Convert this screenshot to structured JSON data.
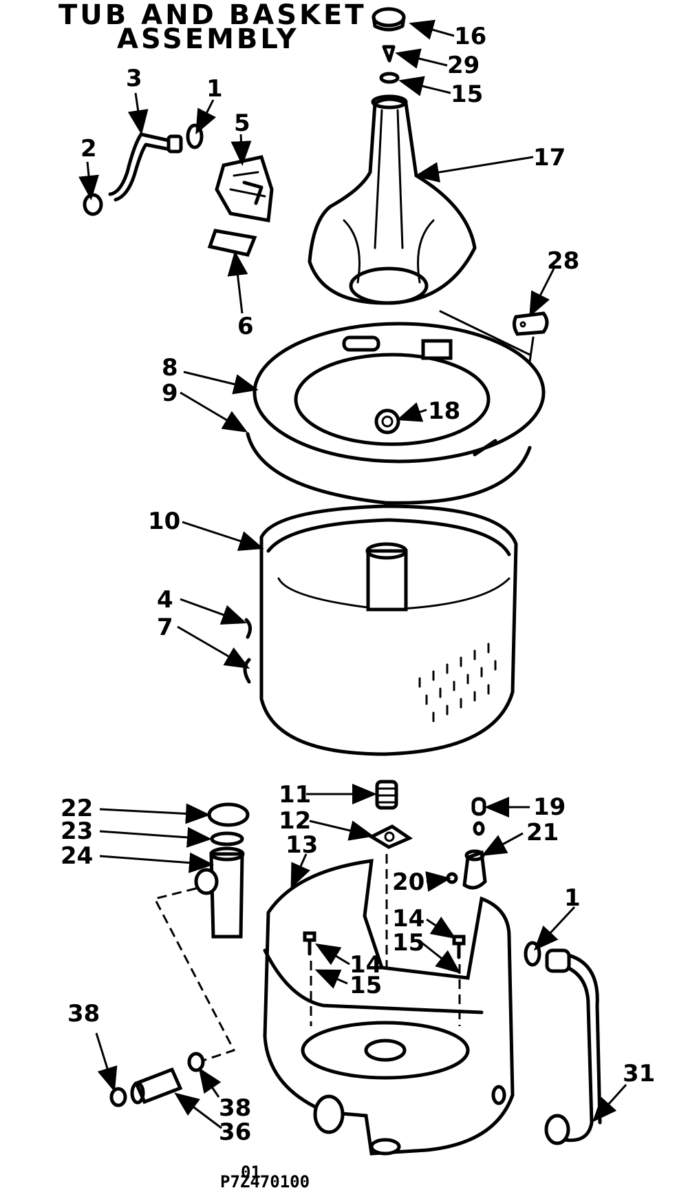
{
  "title": {
    "line1": "TUB AND BASKET",
    "line2": "ASSEMBLY"
  },
  "callouts": {
    "c1a": "1",
    "c1b": "1",
    "c2": "2",
    "c3": "3",
    "c4": "4",
    "c5": "5",
    "c6": "6",
    "c7": "7",
    "c8": "8",
    "c9": "9",
    "c10": "10",
    "c11": "11",
    "c12": "12",
    "c13": "13",
    "c14a": "14",
    "c14b": "14",
    "c15a": "15",
    "c15b": "15",
    "c15c": "15",
    "c16": "16",
    "c17": "17",
    "c18": "18",
    "c19": "19",
    "c20": "20",
    "c21": "21",
    "c22": "22",
    "c23": "23",
    "c24": "24",
    "c28": "28",
    "c29": "29",
    "c31": "31",
    "c36": "36",
    "c38a": "38",
    "c38b": "38"
  },
  "footer": {
    "code_top": "01",
    "code": "P7Z470100"
  }
}
